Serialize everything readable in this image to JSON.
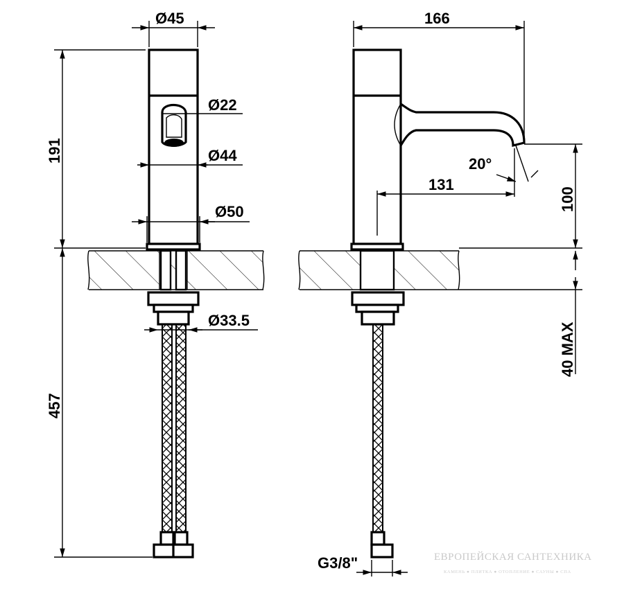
{
  "dimensions": {
    "top_diameter": "Ø45",
    "spout_diameter": "Ø22",
    "body_diameter": "Ø44",
    "base_diameter": "Ø50",
    "shank_diameter": "Ø33.5",
    "height_above_deck": "191",
    "hose_length": "457",
    "total_depth": "166",
    "spout_angle": "20°",
    "spout_reach": "131",
    "spout_height": "100",
    "max_deck_thickness": "40 MAX",
    "thread_size": "G3/8\""
  },
  "watermark": {
    "title": "ЕВРОПЕЙСКАЯ САНТЕХНИКА",
    "subtitle": "КАМЕНЬ ● ПЛИТКА ● ОТОПЛЕНИЕ ● САУНЫ ● СПА"
  }
}
